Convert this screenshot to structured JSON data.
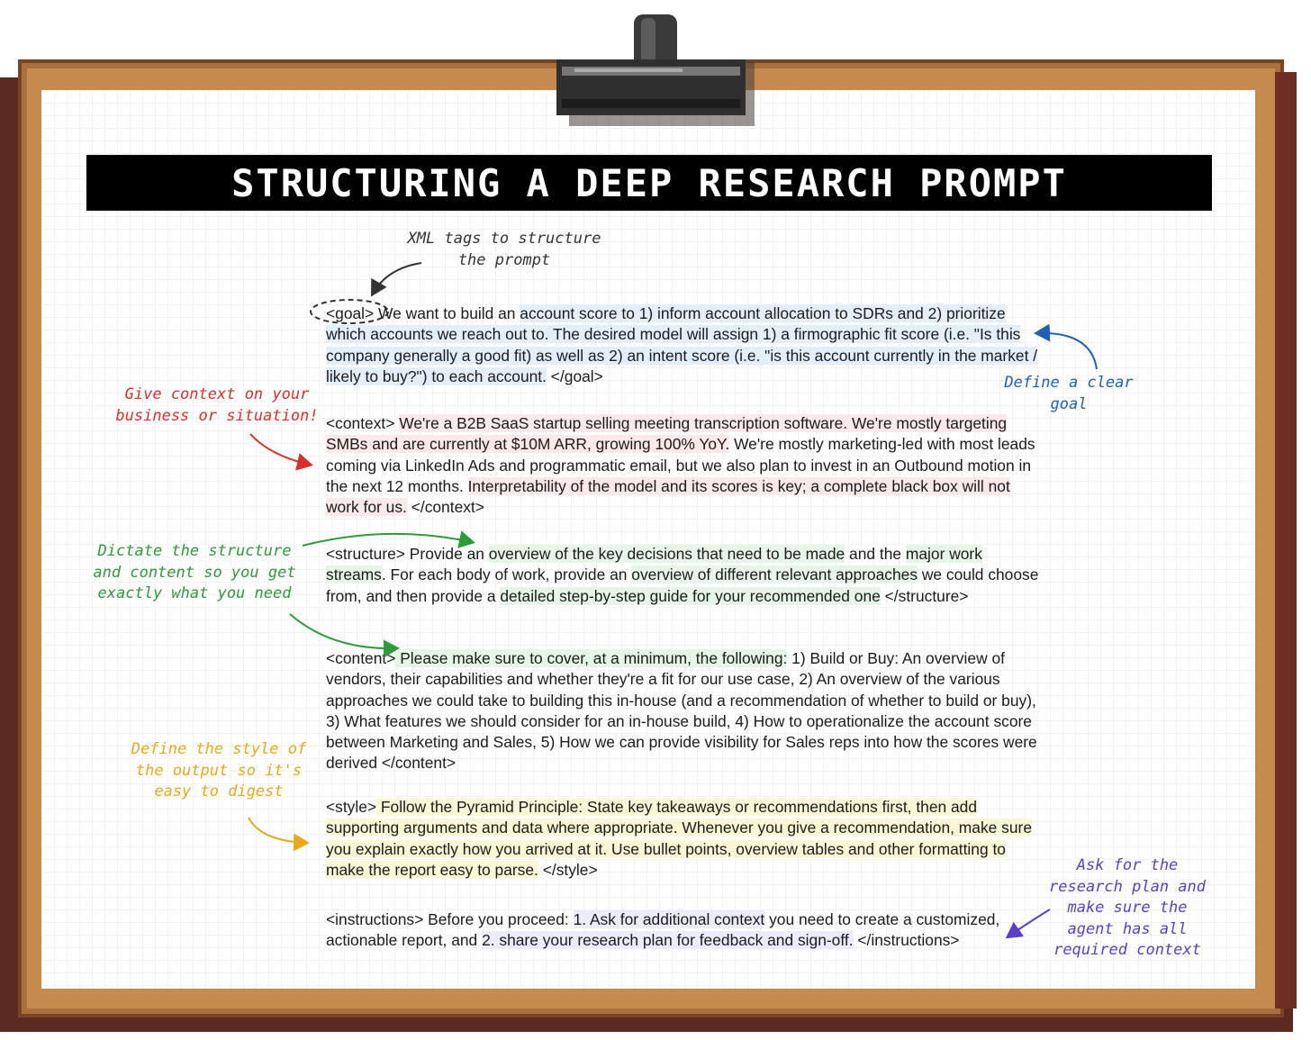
{
  "title": "STRUCTURING A DEEP RESEARCH PROMPT",
  "colors": {
    "red": "#d8302c",
    "green": "#2e9a3a",
    "blue": "#1f5fb5",
    "yellow": "#e8a91e",
    "purple": "#5b3fc9",
    "board": "#c48a4e"
  },
  "notes": {
    "xml_line1": "XML tags to structure",
    "xml_line2": "the prompt",
    "goal": "Define a clear goal",
    "context_line1": "Give context on your",
    "context_line2": "business or situation!",
    "structure_line1": "Dictate the structure",
    "structure_line2": "and content so you get",
    "structure_line3": "exactly what you need",
    "style_line1": "Define the style of",
    "style_line2": "the output so it's",
    "style_line3": "easy to digest",
    "plan_line1": "Ask for the",
    "plan_line2": "research plan and",
    "plan_line3": "make sure the",
    "plan_line4": "agent has all",
    "plan_line5": "required context"
  },
  "prompt": {
    "goal": {
      "open": "<goal>",
      "t1": " We want to build an ",
      "h1": "account score to 1) inform account allocation to SDRs and 2) prioritize which accounts we reach out to. The desired model will assign 1) a firmographic fit score (i.e. \"Is this company generally a good fit) as well as 2) an intent score (i.e. \"is this account currently in the market / likely to buy?\") to each account.",
      "close": " </goal>"
    },
    "context": {
      "open": "<context> ",
      "h1": "We're a B2B SaaS startup selling meeting transcription software. We're mostly targeting SMBs and are currently at $10M ARR, growing 100% YoY.",
      "t1": " We're mostly marketing-led with most leads coming via LinkedIn Ads and programmatic email, but we also plan to invest in an Outbound motion in the next 12 months. ",
      "h2": "Interpretability of the model and its scores is key; a complete black box will not work for us.",
      "close": " </context>"
    },
    "structure": {
      "open": "<structure>",
      "t1": " Provide an ",
      "h1": "overview of the key decisions that need to be made",
      "t2": " and the ",
      "h2": "major work streams",
      "t3": ". For each body of work, provide an ",
      "h3": "overview of different relevant approaches",
      "t4": " we could choose from, and then provide a ",
      "h4": "detailed step-by-step guide for your recommended one",
      "close": " </structure>"
    },
    "content": {
      "open": "<content>",
      "h1": " Please make sure to cover, at a minimum, the following:",
      "t1": " 1) Build or Buy: An overview of vendors, their capabilities and whether they're a fit for our use case, 2) An overview of the various approaches we could take to building this in-house (and a recommendation of whether to build or buy), 3) What features we should consider for an in-house build, 4) How to operationalize the account score between Marketing and Sales, 5) How we can provide visibility for Sales reps into how the scores were derived",
      "close": " </content>"
    },
    "style": {
      "open": "<style>",
      "h1": " Follow the Pyramid Principle: State key takeaways or recommendations first, then add supporting arguments and data where appropriate. Whenever you give a recommendation, make sure you explain exactly how you arrived at it. Use bullet points, overview tables and other formatting to make the report easy to parse.",
      "close": " </style>"
    },
    "instructions": {
      "open": "<instructions>",
      "t1": " Before you proceed: ",
      "h1": "1. Ask for additional context",
      "t2": " you need to create a customized, actionable report, and ",
      "h2": "2. share your research plan for feedback and sign-off.",
      "close": " </instructions>"
    }
  }
}
